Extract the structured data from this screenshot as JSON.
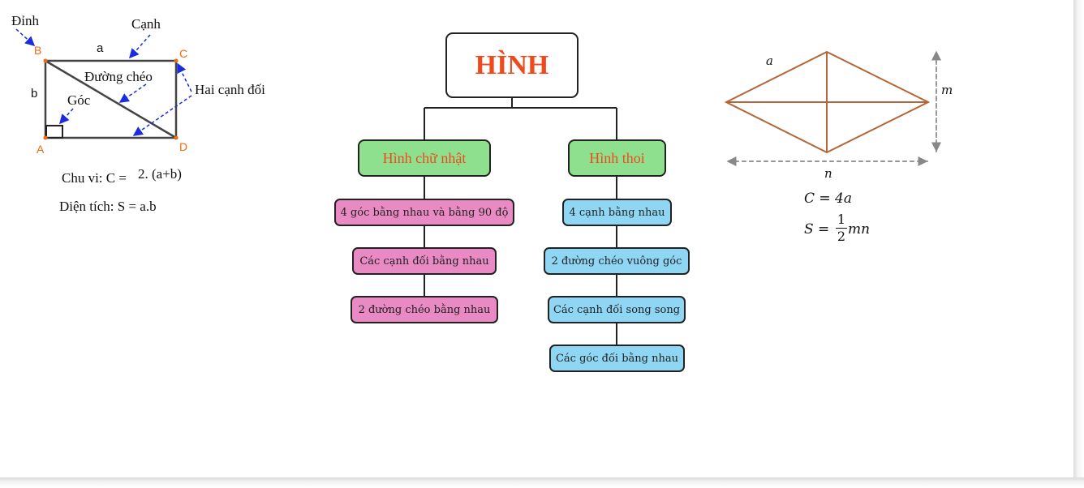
{
  "colors": {
    "title_red": "#f04a1c",
    "category_green": "#8ee08e",
    "rectangle_props_pink": "#e98ac4",
    "rhombus_props_blue": "#8ed6f3",
    "rhombus_line_brown": "#b5653a",
    "arrow_blue": "#1a2be0",
    "vertex_orange": "#f06a10"
  },
  "tree": {
    "root": "HÌNH",
    "rectangle": {
      "label": "Hình chữ nhật",
      "properties": [
        "4 góc bằng nhau và bằng 90 độ",
        "Các cạnh đối bằng nhau",
        "2 đường chéo bằng nhau"
      ]
    },
    "rhombus": {
      "label": "Hình thoi",
      "properties": [
        "4 cạnh bằng nhau",
        "2 đường chéo vuông góc",
        "Các cạnh đối song song",
        "Các góc đối bằng nhau"
      ]
    }
  },
  "rectangle_figure": {
    "callouts": {
      "vertex": "Đỉnh",
      "side": "Cạnh",
      "diagonal": "Đường chéo",
      "angle": "Góc",
      "opposite_sides": "Hai cạnh đối"
    },
    "vertices": {
      "A": "A",
      "B": "B",
      "C": "C",
      "D": "D"
    },
    "side_labels": {
      "a": "a",
      "b": "b"
    },
    "perimeter": {
      "prefix": "Chu vi: C = ",
      "expr": "2. (a+b)"
    },
    "area": "Diện tích: S = a.b"
  },
  "rhombus_figure": {
    "side_label": "a",
    "diag_m": "m",
    "diag_n": "n",
    "perimeter": "C = 4a",
    "area_prefix": "S = ",
    "area_num": "1",
    "area_den": "2",
    "area_suffix": "mn"
  }
}
